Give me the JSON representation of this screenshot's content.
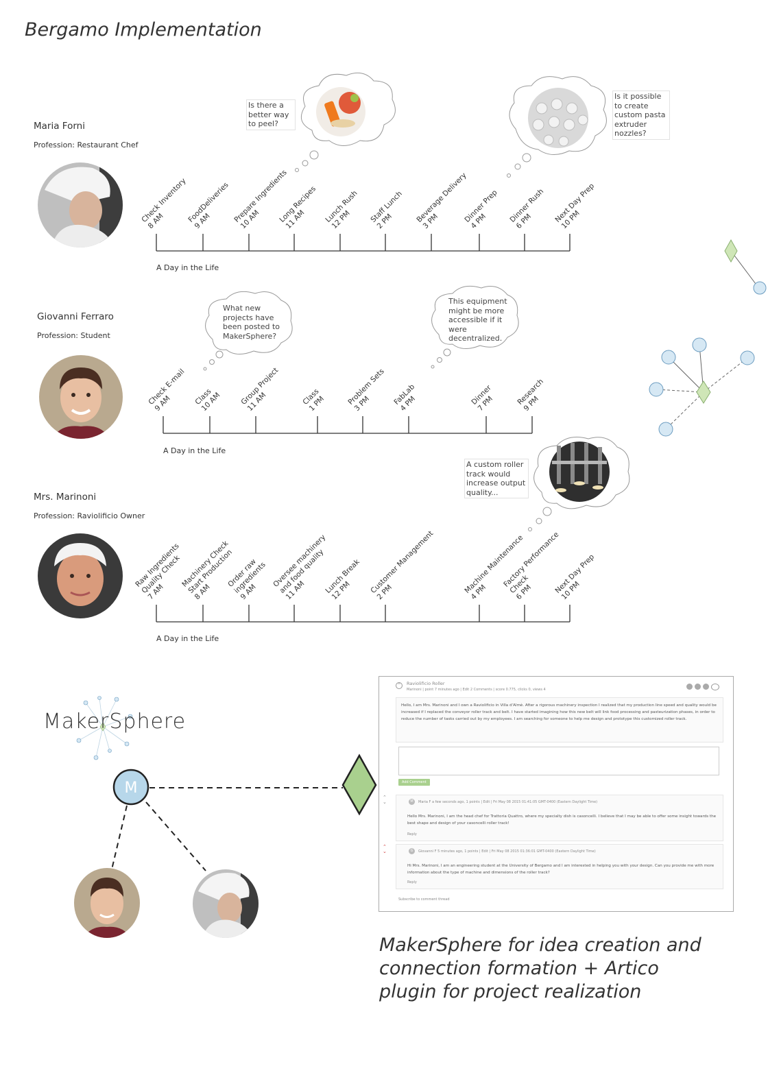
{
  "title": "Bergamo Implementation",
  "colors": {
    "accent_green": "#a9d08e",
    "node_blue": "#b7d7ea",
    "line": "#333333"
  },
  "day_label": "A Day in the Life",
  "personas": [
    {
      "name": "Maria Forni",
      "profession": "Profession: Restaurant Chef",
      "events": [
        {
          "l1": "Check Inventory",
          "l2": "8 AM"
        },
        {
          "l1": "FoodDeliveries",
          "l2": "9 AM"
        },
        {
          "l1": "Prepare Ingredients",
          "l2": "10 AM"
        },
        {
          "l1": "Long Recipes",
          "l2": "11 AM"
        },
        {
          "l1": "Lunch Rush",
          "l2": "12 PM"
        },
        {
          "l1": "Staff Lunch",
          "l2": "2 PM"
        },
        {
          "l1": "Beverage Delivery",
          "l2": "3 PM"
        },
        {
          "l1": "Dinner Prep",
          "l2": "4 PM"
        },
        {
          "l1": "Dinner Rush",
          "l2": "6 PM"
        },
        {
          "l1": "Next Day Prep",
          "l2": "10 PM"
        }
      ],
      "thoughts": [
        "Is there a better way to peel?",
        "Is it possible to create custom pasta extruder nozzles?"
      ]
    },
    {
      "name": "Giovanni Ferraro",
      "profession": "Profession: Student",
      "events": [
        {
          "l1": "Check E-mail",
          "l2": "9 AM"
        },
        {
          "l1": "Class",
          "l2": "10 AM"
        },
        {
          "l1": "Group Project",
          "l2": "11 AM"
        },
        {
          "l1": "Class",
          "l2": "1 PM"
        },
        {
          "l1": "Problem Sets",
          "l2": "3 PM"
        },
        {
          "l1": "FabLab",
          "l2": "4 PM"
        },
        {
          "l1": "Dinner",
          "l2": "7 PM"
        },
        {
          "l1": "Research",
          "l2": "9 PM"
        }
      ],
      "thoughts": [
        "What new projects have been posted to MakerSphere?",
        "This equipment might be more accessible if it were decentralized."
      ]
    },
    {
      "name": "Mrs. Marinoni",
      "profession": "Profession: Raviolificio Owner",
      "events": [
        {
          "l1": "Raw Ingredients",
          "l2": "Quality Check",
          "l3": "7 AM"
        },
        {
          "l1": "Machinery Check",
          "l2": "Start Production",
          "l3": "8 AM"
        },
        {
          "l1": "Order raw",
          "l2": "ingredients",
          "l3": "9 AM"
        },
        {
          "l1": "Oversee machinery",
          "l2": "and food quality",
          "l3": "11 AM"
        },
        {
          "l1": "Lunch Break",
          "l2": "12 PM"
        },
        {
          "l1": "Customer Management",
          "l2": "2 PM"
        },
        {
          "l1": "Machine Maintenance",
          "l2": "4 PM"
        },
        {
          "l1": "Factory Performance",
          "l2": "Check",
          "l3": "6 PM"
        },
        {
          "l1": "Next Day Prep",
          "l2": "10 PM"
        }
      ],
      "thoughts": [
        "A custom roller track would increase output quality..."
      ]
    }
  ],
  "makersphere": {
    "logo": "MakerSphere",
    "node_letter": "M"
  },
  "caption": "MakerSphere for idea creation and connection formation + Artico plugin for project realization",
  "forum": {
    "post_title": "Raviolificio Roller",
    "post_meta": "Marinoni | point 7 minutes ago | Edit 2 Comments | score 0.775, clicks 0, views 4",
    "post_body": "Hello, I am Mrs. Marinoni and I own a Raviolificio in Villa d'Almè. After a rigorous machinery inspection I realized that my production line speed and quality would be increased if I replaced the conveyor roller track and belt. I have started imagining how this new belt will link food processing and pasteurization phases, in order to reduce the number of tasks carried out by my employees. I am searching for someone to help me design and prototype this customized roller track.",
    "add_comment": "Add Comment",
    "comments": [
      {
        "avatar": "M",
        "meta": "Maria F  a few seconds ago,  1 points   | Edit | Fri May 08 2015 01:41:05 GMT-0400 (Eastern Daylight Time)",
        "body": "Hello Mrs. Marinoni, I am the head chef for Trattoria Quattro, where my specialty dish is casoncelli. I believe that I may be able to offer some insight towards the best shape and design of your casoncelli roller track!",
        "reply": "Reply"
      },
      {
        "avatar": "G",
        "meta": "Giovanni F  5 minutes ago,  1 points   | Edit | Fri May 08 2015 01:36:01 GMT-0400 (Eastern Daylight Time)",
        "body": "Hi Mrs. Marinoni, I am an engineering student at the University of Bergamo and I am interested in helping you with your design. Can you provide me with more information about the type of machine and dimensions of the roller track?",
        "reply": "Reply"
      }
    ],
    "subscribe": "Subscribe to comment thread"
  }
}
